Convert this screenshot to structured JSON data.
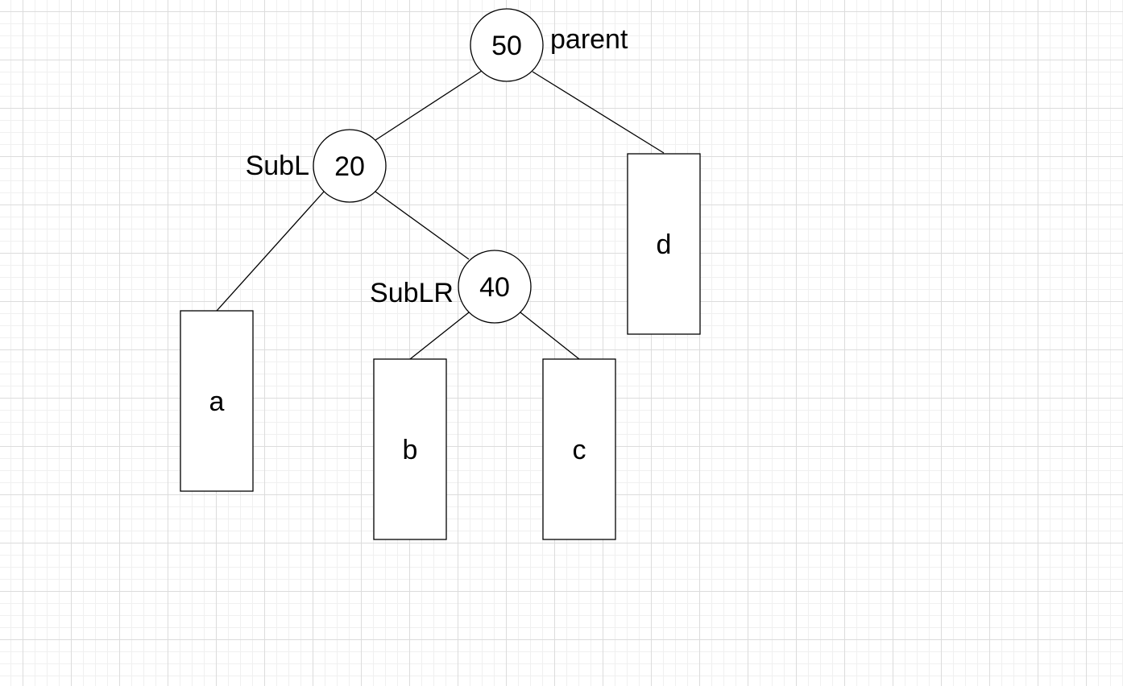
{
  "diagram": {
    "nodes": [
      {
        "id": "n50",
        "label": "50",
        "tag": "parent"
      },
      {
        "id": "n20",
        "label": "20",
        "tag": "SubL"
      },
      {
        "id": "n40",
        "label": "40",
        "tag": "SubLR"
      }
    ],
    "leaves": [
      {
        "id": "la",
        "label": "a"
      },
      {
        "id": "lb",
        "label": "b"
      },
      {
        "id": "lc",
        "label": "c"
      },
      {
        "id": "ld",
        "label": "d"
      }
    ],
    "edges": [
      {
        "from": "n50",
        "to": "n20"
      },
      {
        "from": "n50",
        "to": "ld"
      },
      {
        "from": "n20",
        "to": "la"
      },
      {
        "from": "n20",
        "to": "n40"
      },
      {
        "from": "n40",
        "to": "lb"
      },
      {
        "from": "n40",
        "to": "lc"
      }
    ]
  }
}
